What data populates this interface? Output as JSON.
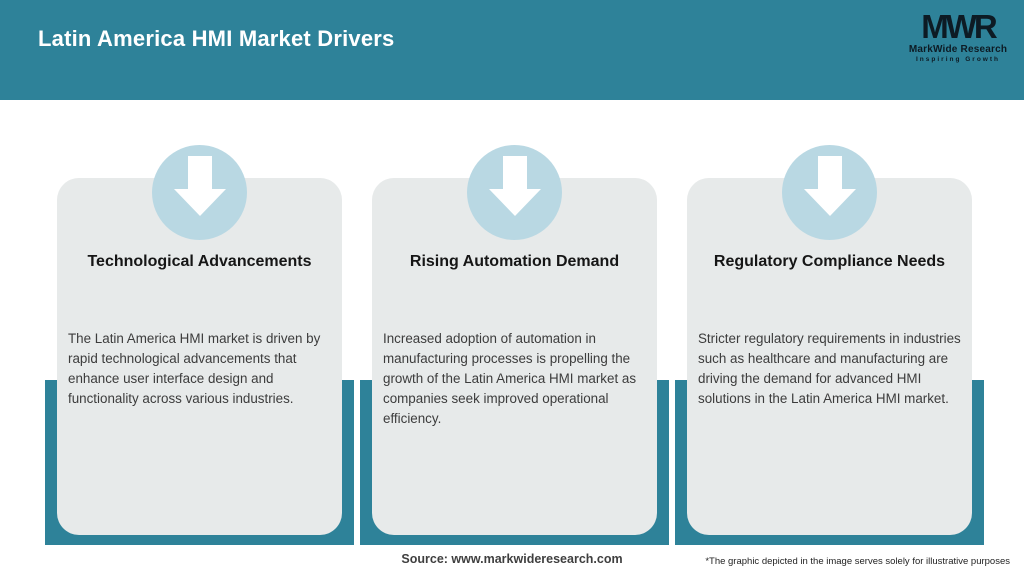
{
  "header": {
    "title": "Latin America HMI Market Drivers",
    "logo": {
      "acronym": "MWR",
      "name": "MarkWide Research",
      "tagline": "Inspiring Growth"
    }
  },
  "cards": [
    {
      "icon": "arrow-down-icon",
      "title": "Technological Advancements",
      "description": "The Latin America HMI market is driven by rapid technological advancements that enhance user interface design and functionality across various industries."
    },
    {
      "icon": "arrow-down-icon",
      "title": "Rising Automation Demand",
      "description": "Increased adoption of automation in manufacturing processes is propelling the growth of the Latin America HMI market as companies seek improved operational efficiency."
    },
    {
      "icon": "arrow-down-icon",
      "title": "Regulatory Compliance Needs",
      "description": "Stricter regulatory requirements in industries such as healthcare and manufacturing are driving the demand for advanced HMI solutions in the Latin America HMI market."
    }
  ],
  "footer": {
    "source": "Source: www.markwideresearch.com",
    "disclaimer": "*The graphic depicted in the image serves solely for illustrative purposes"
  },
  "colors": {
    "teal": "#2E8299",
    "card-bg": "#E7EAEA",
    "circle-blue": "#B9D8E3",
    "header-text": "#FFFFFF",
    "card-title-text": "#161616",
    "body-text": "#3C3C3C",
    "logo-text": "#0D1B24",
    "footer-text": "#3F3F3F"
  }
}
